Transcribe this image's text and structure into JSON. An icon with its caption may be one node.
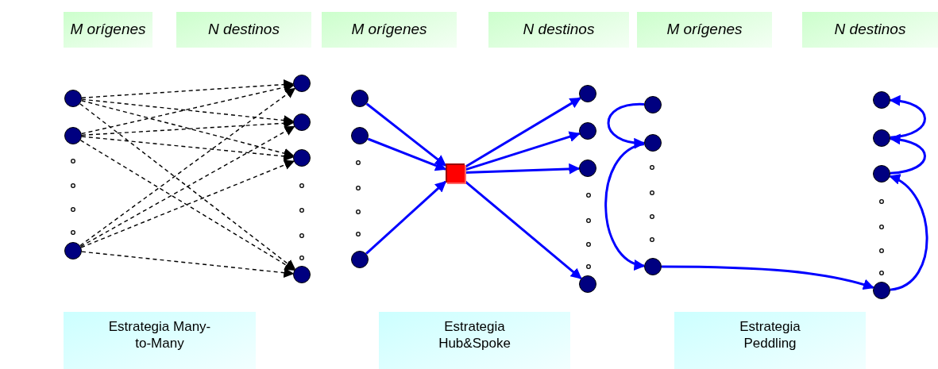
{
  "diagram": {
    "nodes": [
      {
        "text": [
          "M orígenes"
        ]
      },
      {
        "text": [
          "N destinos"
        ]
      },
      {
        "text": [
          "M orígenes"
        ]
      },
      {
        "text": [
          "N destinos"
        ]
      },
      {
        "text": [
          "M orígenes"
        ]
      },
      {
        "text": [
          "N destinos"
        ]
      },
      {
        "text": [],
        "shape": "circle"
      },
      {
        "text": [],
        "shape": "circle"
      },
      {
        "text": [],
        "shape": "circle"
      },
      {
        "text": [],
        "shape": "circle"
      },
      {
        "text": [],
        "shape": "circle"
      },
      {
        "text": [],
        "shape": "circle"
      },
      {
        "text": [],
        "shape": "circle"
      },
      {
        "text": [],
        "shape": "circle"
      },
      {
        "text": [],
        "shape": "circle"
      },
      {
        "text": [],
        "shape": "circle"
      },
      {
        "text": [],
        "shape": "box"
      },
      {
        "text": [],
        "shape": "circle"
      },
      {
        "text": [],
        "shape": "circle"
      },
      {
        "text": [],
        "shape": "circle"
      },
      {
        "text": [],
        "shape": "circle"
      },
      {
        "text": [],
        "shape": "circle"
      },
      {
        "text": [],
        "shape": "circle"
      },
      {
        "text": [],
        "shape": "circle"
      },
      {
        "text": [],
        "shape": "circle"
      },
      {
        "text": [],
        "shape": "circle"
      },
      {
        "text": [],
        "shape": "circle"
      },
      {
        "text": [],
        "shape": "circle"
      },
      {
        "text": [
          "Estrategia Many-to-Many"
        ]
      },
      {
        "text": [
          "Estrategia Hub&Spoke"
        ]
      },
      {
        "text": [
          "Estrategia Peddling"
        ]
      }
    ],
    "edges": [
      {
        "from": 6,
        "to": 9,
        "arrow": "to",
        "style": "dashed",
        "color": "#000000"
      },
      {
        "from": 6,
        "to": 10,
        "arrow": "to",
        "style": "dashed",
        "color": "#000000"
      },
      {
        "from": 6,
        "to": 11,
        "arrow": "to",
        "style": "dashed",
        "color": "#000000"
      },
      {
        "from": 6,
        "to": 12,
        "arrow": "to",
        "style": "dashed",
        "color": "#000000"
      },
      {
        "from": 7,
        "to": 9,
        "arrow": "to",
        "style": "dashed",
        "color": "#000000"
      },
      {
        "from": 7,
        "to": 10,
        "arrow": "to",
        "style": "dashed",
        "color": "#000000"
      },
      {
        "from": 7,
        "to": 11,
        "arrow": "to",
        "style": "dashed",
        "color": "#000000"
      },
      {
        "from": 7,
        "to": 12,
        "arrow": "to",
        "style": "dashed",
        "color": "#000000"
      },
      {
        "from": 8,
        "to": 9,
        "arrow": "to",
        "style": "dashed",
        "color": "#000000"
      },
      {
        "from": 8,
        "to": 10,
        "arrow": "to",
        "style": "dashed",
        "color": "#000000"
      },
      {
        "from": 8,
        "to": 11,
        "arrow": "to",
        "style": "dashed",
        "color": "#000000"
      },
      {
        "from": 8,
        "to": 12,
        "arrow": "to",
        "style": "dashed",
        "color": "#000000"
      },
      {
        "from": 13,
        "to": 16,
        "arrow": "to"
      },
      {
        "from": 14,
        "to": 16,
        "arrow": "to"
      },
      {
        "from": 15,
        "to": 16,
        "arrow": "to"
      },
      {
        "from": 16,
        "to": 17,
        "arrow": "to"
      },
      {
        "from": 16,
        "to": 18,
        "arrow": "to"
      },
      {
        "from": 16,
        "to": 19,
        "arrow": "to"
      },
      {
        "from": 16,
        "to": 20,
        "arrow": "to"
      },
      {
        "from": 21,
        "to": 22,
        "arrow": "to"
      },
      {
        "from": 22,
        "to": 23,
        "arrow": "to"
      },
      {
        "from": 23,
        "to": 27,
        "arrow": "to"
      },
      {
        "from": 27,
        "to": 26,
        "arrow": "to"
      },
      {
        "from": 26,
        "to": 25,
        "arrow": "to"
      },
      {
        "from": 25,
        "to": 24,
        "arrow": "to"
      }
    ]
  }
}
